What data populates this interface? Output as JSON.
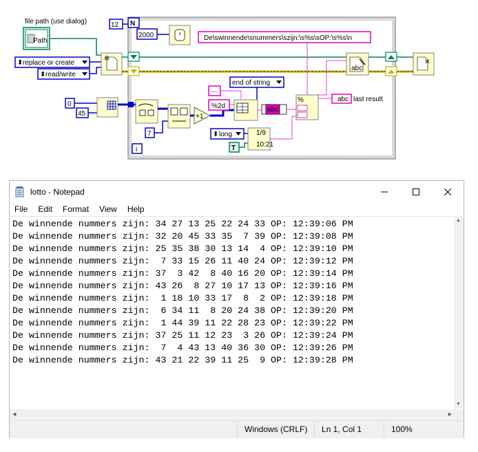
{
  "diagram": {
    "file_path_label": "file path (use dialog)",
    "path_text": "Path",
    "const_12": "12",
    "loop_n": "N",
    "const_2000": "2000",
    "format_string": "De\\swinnende\\snummers\\szijn:\\s%s\\sOP:\\s%s\\n",
    "replace_or_create": "replace or create",
    "read_write": "read/write",
    "const_0": "0",
    "const_45": "45",
    "const_7": "7",
    "fmt_2d": "%2d",
    "end_of_string": "end of string",
    "ellipsis": "...",
    "long_label": "long",
    "bool_t": "T",
    "plus_one": "+1",
    "last_result": "last result",
    "loop_i": "i",
    "abc": "abc",
    "time_top": "1/9",
    "time_bottom": "10:21"
  },
  "notepad": {
    "title": "lotto - Notepad",
    "menu": [
      "File",
      "Edit",
      "Format",
      "View",
      "Help"
    ],
    "lines": [
      "De winnende nummers zijn: 34 27 13 25 22 24 33 OP: 12:39:06 PM",
      "De winnende nummers zijn: 32 20 45 33 35  7 39 OP: 12:39:08 PM",
      "De winnende nummers zijn: 25 35 38 30 13 14  4 OP: 12:39:10 PM",
      "De winnende nummers zijn:  7 33 15 26 11 40 24 OP: 12:39:12 PM",
      "De winnende nummers zijn: 37  3 42  8 40 16 20 OP: 12:39:14 PM",
      "De winnende nummers zijn: 43 26  8 27 10 17 13 OP: 12:39:16 PM",
      "De winnende nummers zijn:  1 18 10 33 17  8  2 OP: 12:39:18 PM",
      "De winnende nummers zijn:  6 34 11  8 20 24 38 OP: 12:39:20 PM",
      "De winnende nummers zijn:  1 44 39 11 22 28 23 OP: 12:39:22 PM",
      "De winnende nummers zijn: 37 25 11 12 23  3 26 OP: 12:39:24 PM",
      "De winnende nummers zijn:  7  4 43 13 40 36 30 OP: 12:39:26 PM",
      "De winnende nummers zijn: 43 21 22 39 11 25  9 OP: 12:39:28 PM"
    ],
    "status": {
      "line_ending": "Windows (CRLF)",
      "position": "Ln 1, Col 1",
      "zoom": "100%"
    }
  },
  "colors": {
    "wire_blue": "#0000cc",
    "wire_pink": "#e000c0",
    "wire_green": "#008060",
    "wire_yellow": "#c8b400",
    "node_bg": "#ffffcc"
  }
}
